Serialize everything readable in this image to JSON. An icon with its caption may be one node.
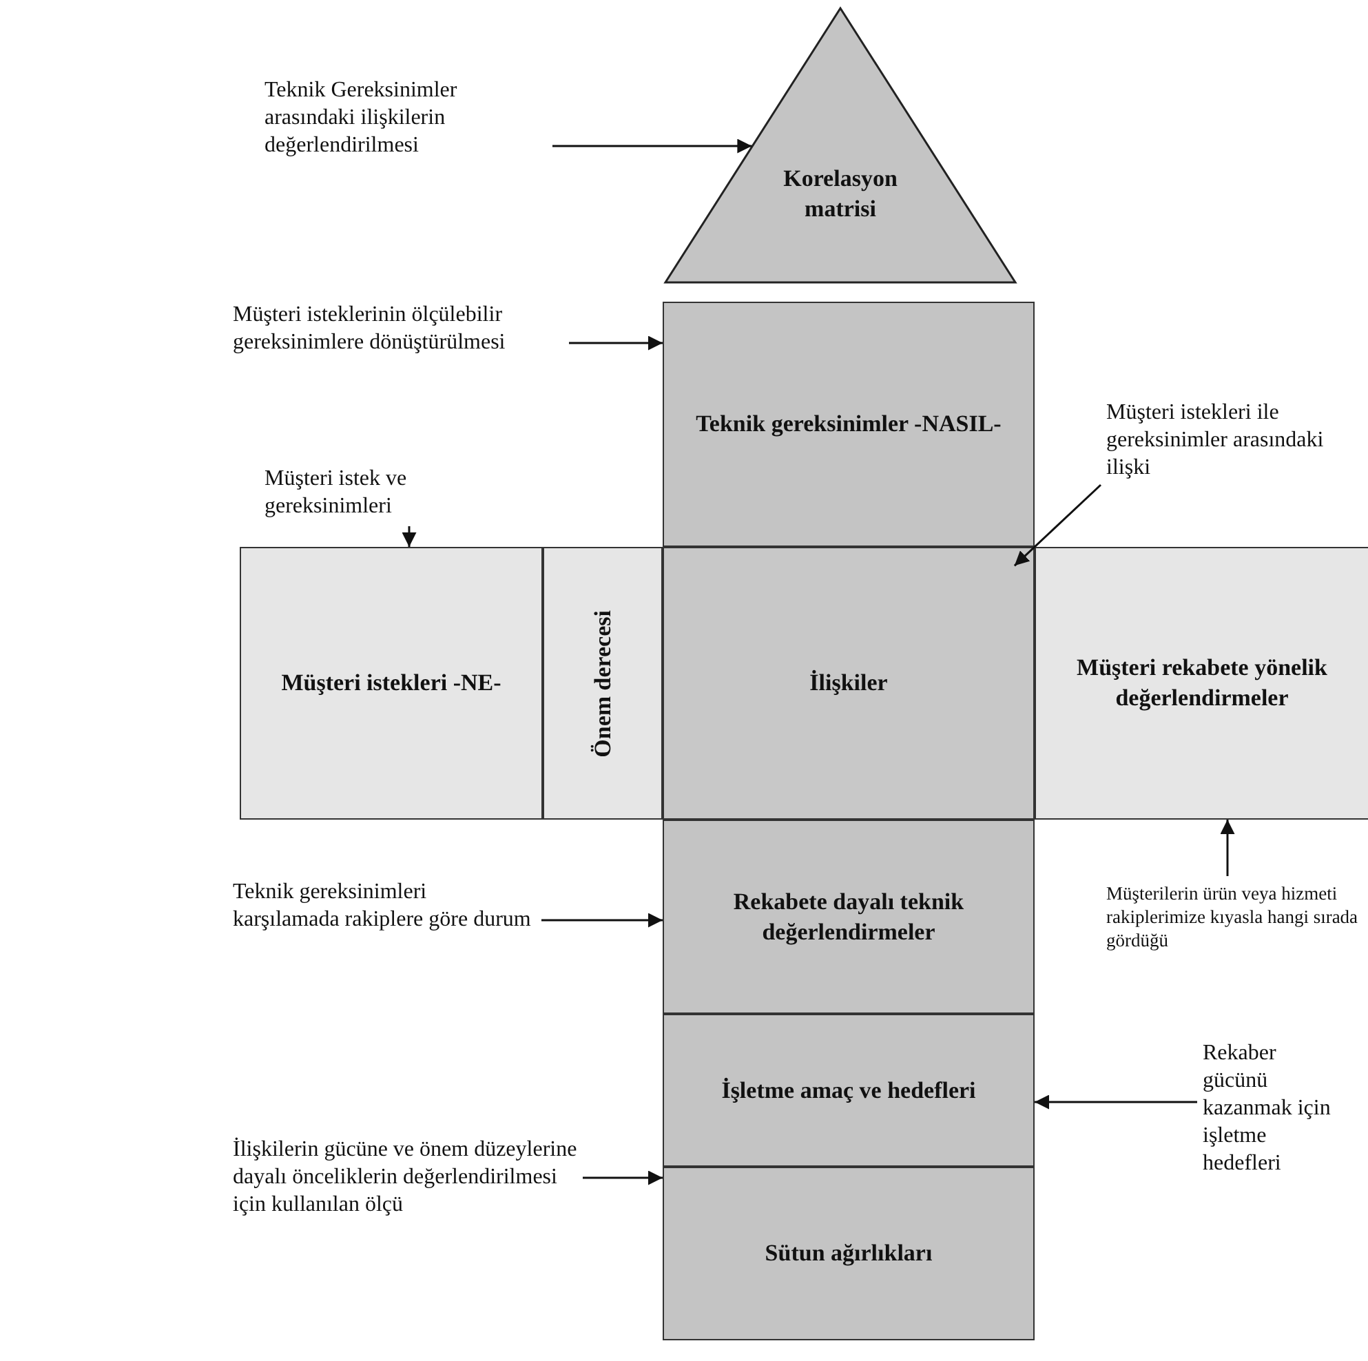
{
  "diagram": {
    "nodes": [
      {
        "text": [
          "Teknik Gereksinimler arasındaki ilişkilerin değerlendirilmesi"
        ]
      },
      {
        "text": [
          "Korelasyon matrisi"
        ]
      },
      {
        "text": [
          "Müşteri isteklerinin ölçülebilir gereksinimlere dönüştürülmesi"
        ]
      },
      {
        "text": [
          "Teknik gereksinimler -NASIL-"
        ]
      },
      {
        "text": [
          "Müşteri istek ve gereksinimleri"
        ]
      },
      {
        "text": [
          "Müşteri istekleri ile gereksinimler arasındaki ilişki"
        ]
      },
      {
        "text": [
          "Müşteri istekleri -NE-"
        ]
      },
      {
        "text": [
          "Önem derecesi"
        ]
      },
      {
        "text": [
          "İlişkiler"
        ]
      },
      {
        "text": [
          "Müşteri rekabete yönelik değerlendirmeler"
        ]
      },
      {
        "text": [
          "Teknik gereksinimleri karşılamada rakiplere göre durum"
        ]
      },
      {
        "text": [
          "Rekabete dayalı teknik değerlendirmeler"
        ]
      },
      {
        "text": [
          "Müşterilerin ürün veya hizmeti rakiplerimize kıyasla hangi sırada gördüğü"
        ]
      },
      {
        "text": [
          "İşletme amaç ve hedefleri"
        ]
      },
      {
        "text": [
          "Rekaber gücünü kazanmak için işletme hedefleri"
        ]
      },
      {
        "text": [
          "İlişkilerin gücüne ve önem düzeylerine dayalı önceliklerin değerlendirilmesi için kullanılan ölçü"
        ]
      },
      {
        "text": [
          "Sütun ağırlıkları"
        ]
      }
    ],
    "edges": [
      {
        "from": 0,
        "to": 1,
        "arrow": "to"
      },
      {
        "from": 2,
        "to": 3,
        "arrow": "to"
      },
      {
        "from": 4,
        "to": 6,
        "arrow": "to"
      },
      {
        "from": 5,
        "to": 8,
        "arrow": "to"
      },
      {
        "from": 12,
        "to": 9,
        "arrow": "to"
      },
      {
        "from": 10,
        "to": 11,
        "arrow": "to"
      },
      {
        "from": 14,
        "to": 13,
        "arrow": "to"
      },
      {
        "from": 15,
        "to": 16,
        "arrow": "to"
      }
    ]
  }
}
